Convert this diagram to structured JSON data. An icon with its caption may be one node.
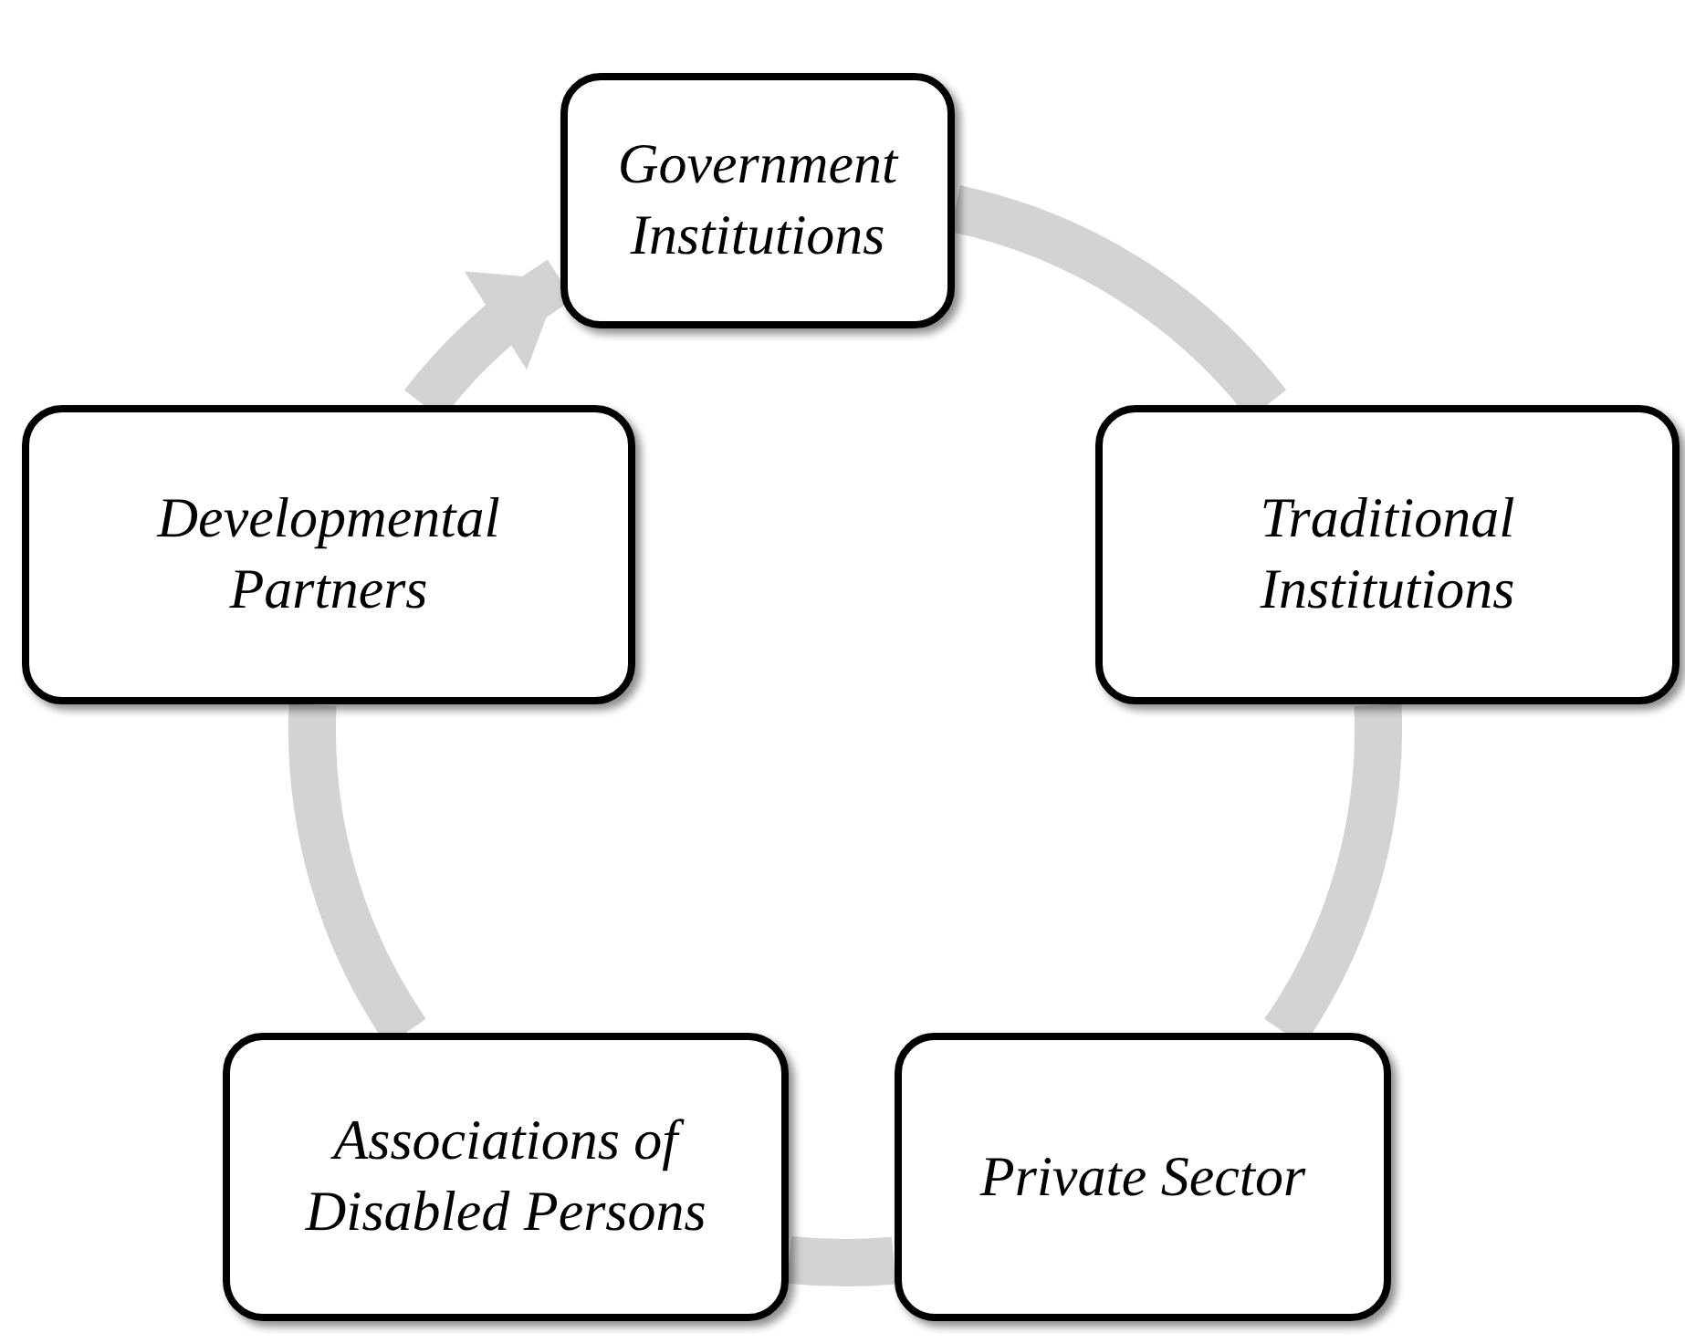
{
  "diagram": {
    "nodes": [
      {
        "text": [
          "Government Institutions"
        ]
      },
      {
        "text": [
          "Developmental Partners"
        ]
      },
      {
        "text": [
          "Traditional Institutions"
        ]
      },
      {
        "text": [
          "Associations of Disabled Persons"
        ]
      },
      {
        "text": [
          "Private Sector"
        ]
      }
    ],
    "edges": [
      {
        "from": 0,
        "to": 2,
        "arrow": "none"
      },
      {
        "from": 2,
        "to": 4,
        "arrow": "none"
      },
      {
        "from": 4,
        "to": 3,
        "arrow": "none"
      },
      {
        "from": 3,
        "to": 1,
        "arrow": "none"
      },
      {
        "from": 1,
        "to": 0,
        "arrow": "to"
      }
    ]
  }
}
